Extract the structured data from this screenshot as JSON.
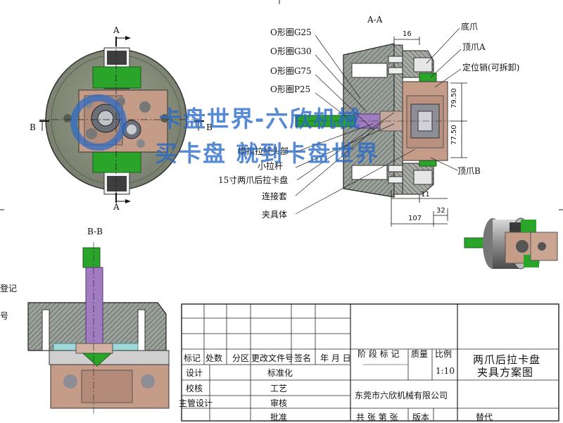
{
  "views": {
    "section_aa": "A-A",
    "section_bb": "B-B",
    "front_cut": {
      "a_top": "A",
      "a_bottom": "A",
      "b_left": "B",
      "b_right": "B"
    }
  },
  "callouts": {
    "oring_g25": "O形圈G25",
    "oring_g30": "O形圈G30",
    "oring_g75": "O形圈G75",
    "oring_p25": "O形圈P25",
    "base_jaw": "底爪",
    "top_jaw_a": "顶爪A",
    "locating_pin": "定位销(可拆卸)",
    "sim_pull_head": "模拟拉杆头部",
    "small_pull_rod": "小拉杆",
    "chuck_15": "15寸两爪后拉卡盘",
    "adapter_sleeve": "连接套",
    "fixture_body": "夹具体",
    "top_jaw_b": "顶爪B"
  },
  "dimensions": {
    "d16": "16",
    "d79_50": "79.50",
    "d77_50": "77.50",
    "d11": "11",
    "d107": "107",
    "d32": "32"
  },
  "watermark": {
    "line1": "卡盘世界-六欣机械",
    "line2": "买卡盘 就到卡盘世界"
  },
  "edge_text": {
    "left1": "登记",
    "left2": "号"
  },
  "title_block": {
    "h_mark": "标记",
    "h_count": "处数",
    "h_zone": "分区",
    "h_docno": "更改文件号",
    "h_sign": "签名",
    "h_date": "年 月 日",
    "h_stage": "阶 段 标 记",
    "h_weight": "质量",
    "h_scale": "比例",
    "scale_value": "1:10",
    "design": "设计",
    "standardize": "标准化",
    "check": "校核",
    "process": "工艺",
    "chief_design": "主管设计",
    "review": "审核",
    "approve": "批准",
    "company": "东莞市六欣机械有限公司",
    "sheets": "共  张  第  张",
    "version": "版本",
    "replace": "替代",
    "title_line1": "两爪后拉卡盘",
    "title_line2": "夹具方案图"
  },
  "colors": {
    "green": "#2aa52a",
    "copper": "#c49c88",
    "steel": "#9aa0a8",
    "purple": "#a17cc0",
    "hatch": "#8a8f86",
    "watermark": "#2869c8"
  }
}
